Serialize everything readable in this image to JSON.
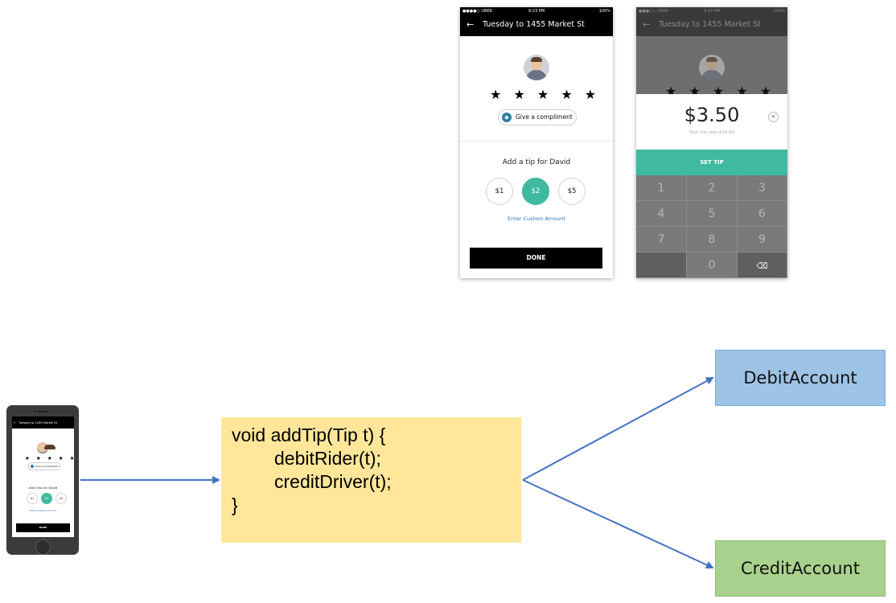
{
  "tip_screen": {
    "status": {
      "carrier": "●●●●○ UBER",
      "time": "9:23 PM",
      "battery": "100%"
    },
    "nav": {
      "back_icon": "arrow-left-icon",
      "title": "Tuesday to 1455 Market St"
    },
    "stars": [
      "★",
      "★",
      "★",
      "★",
      "★"
    ],
    "compliment_label": "Give a compliment",
    "tip_heading": "Add a tip for David",
    "tip_options": [
      "$1",
      "$2",
      "$5"
    ],
    "selected_tip": "$2",
    "custom_amount_label": "Enter Custom Amount",
    "done_label": "DONE",
    "colors": {
      "accent": "#3fb99f",
      "link": "#2a76b8"
    }
  },
  "keypad_screen": {
    "status": {
      "carrier": "●●●○○ UBER",
      "time": "9:23 PM",
      "battery": "100%"
    },
    "nav": {
      "title": "Tuesday to 1455 Market St"
    },
    "amount": "$3.50",
    "amount_note": "Your trip was $10.50",
    "clear_icon": "close-circle-icon",
    "set_tip_label": "SET TIP",
    "keys": [
      "1",
      "2",
      "3",
      "4",
      "5",
      "6",
      "7",
      "8",
      "9",
      "",
      "0",
      "⌫"
    ]
  },
  "phone_thumbnail": {
    "title": "Tuesday to 1455 Market St",
    "compliment_label": "Give a compliment",
    "tip_heading": "Add a tip for David",
    "tip_options": [
      "$1",
      "$2",
      "$5"
    ],
    "custom_amount_label": "Enter Custom Amount",
    "done_label": "DONE"
  },
  "code": {
    "lines": [
      "void addTip(Tip t) {",
      "debitRider(t);",
      "creditDriver(t);",
      "}"
    ],
    "background": "#ffe699"
  },
  "targets": {
    "debit": {
      "label": "DebitAccount",
      "color": "#9dc3e6"
    },
    "credit": {
      "label": "CreditAccount",
      "color": "#a9d18e"
    }
  },
  "arrow_color": "#4472c4"
}
